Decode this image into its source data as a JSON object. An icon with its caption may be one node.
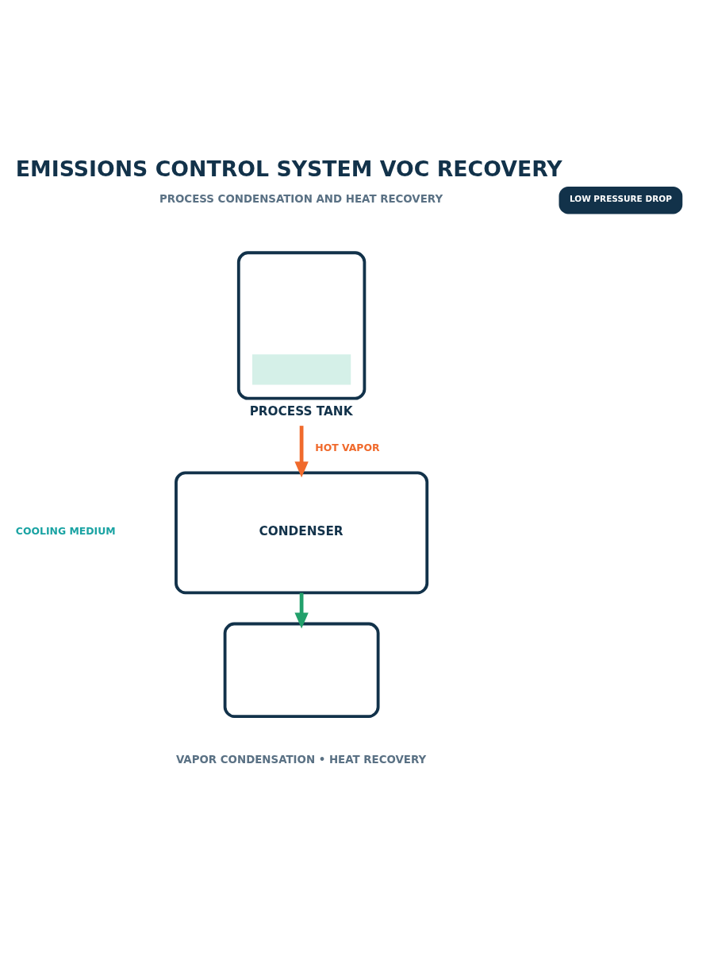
{
  "diagram": {
    "title": "EMISSIONS CONTROL SYSTEM VOC RECOVERY",
    "caption": "VAPOR CONDENSATION • HEAT RECOVERY",
    "nodes": [
      {
        "text": [
          "LOW PRESSURE DROP"
        ]
      },
      {
        "text": [
          "PROCESS TANK"
        ]
      },
      {
        "text": [
          "CONDENSER"
        ]
      },
      {
        "text": [],
        "shape": "box"
      }
    ],
    "edges": [
      {
        "from": 1,
        "to": 2,
        "arrow": "to",
        "label": "HOT VAPOR",
        "color": "#f06a2c"
      },
      {
        "from": 2,
        "to": 3,
        "arrow": "to",
        "color": "#22a06b"
      }
    ],
    "labels": [
      "PROCESS CONDENSATION AND HEAT RECOVERY",
      "COOLING MEDIUM"
    ]
  }
}
